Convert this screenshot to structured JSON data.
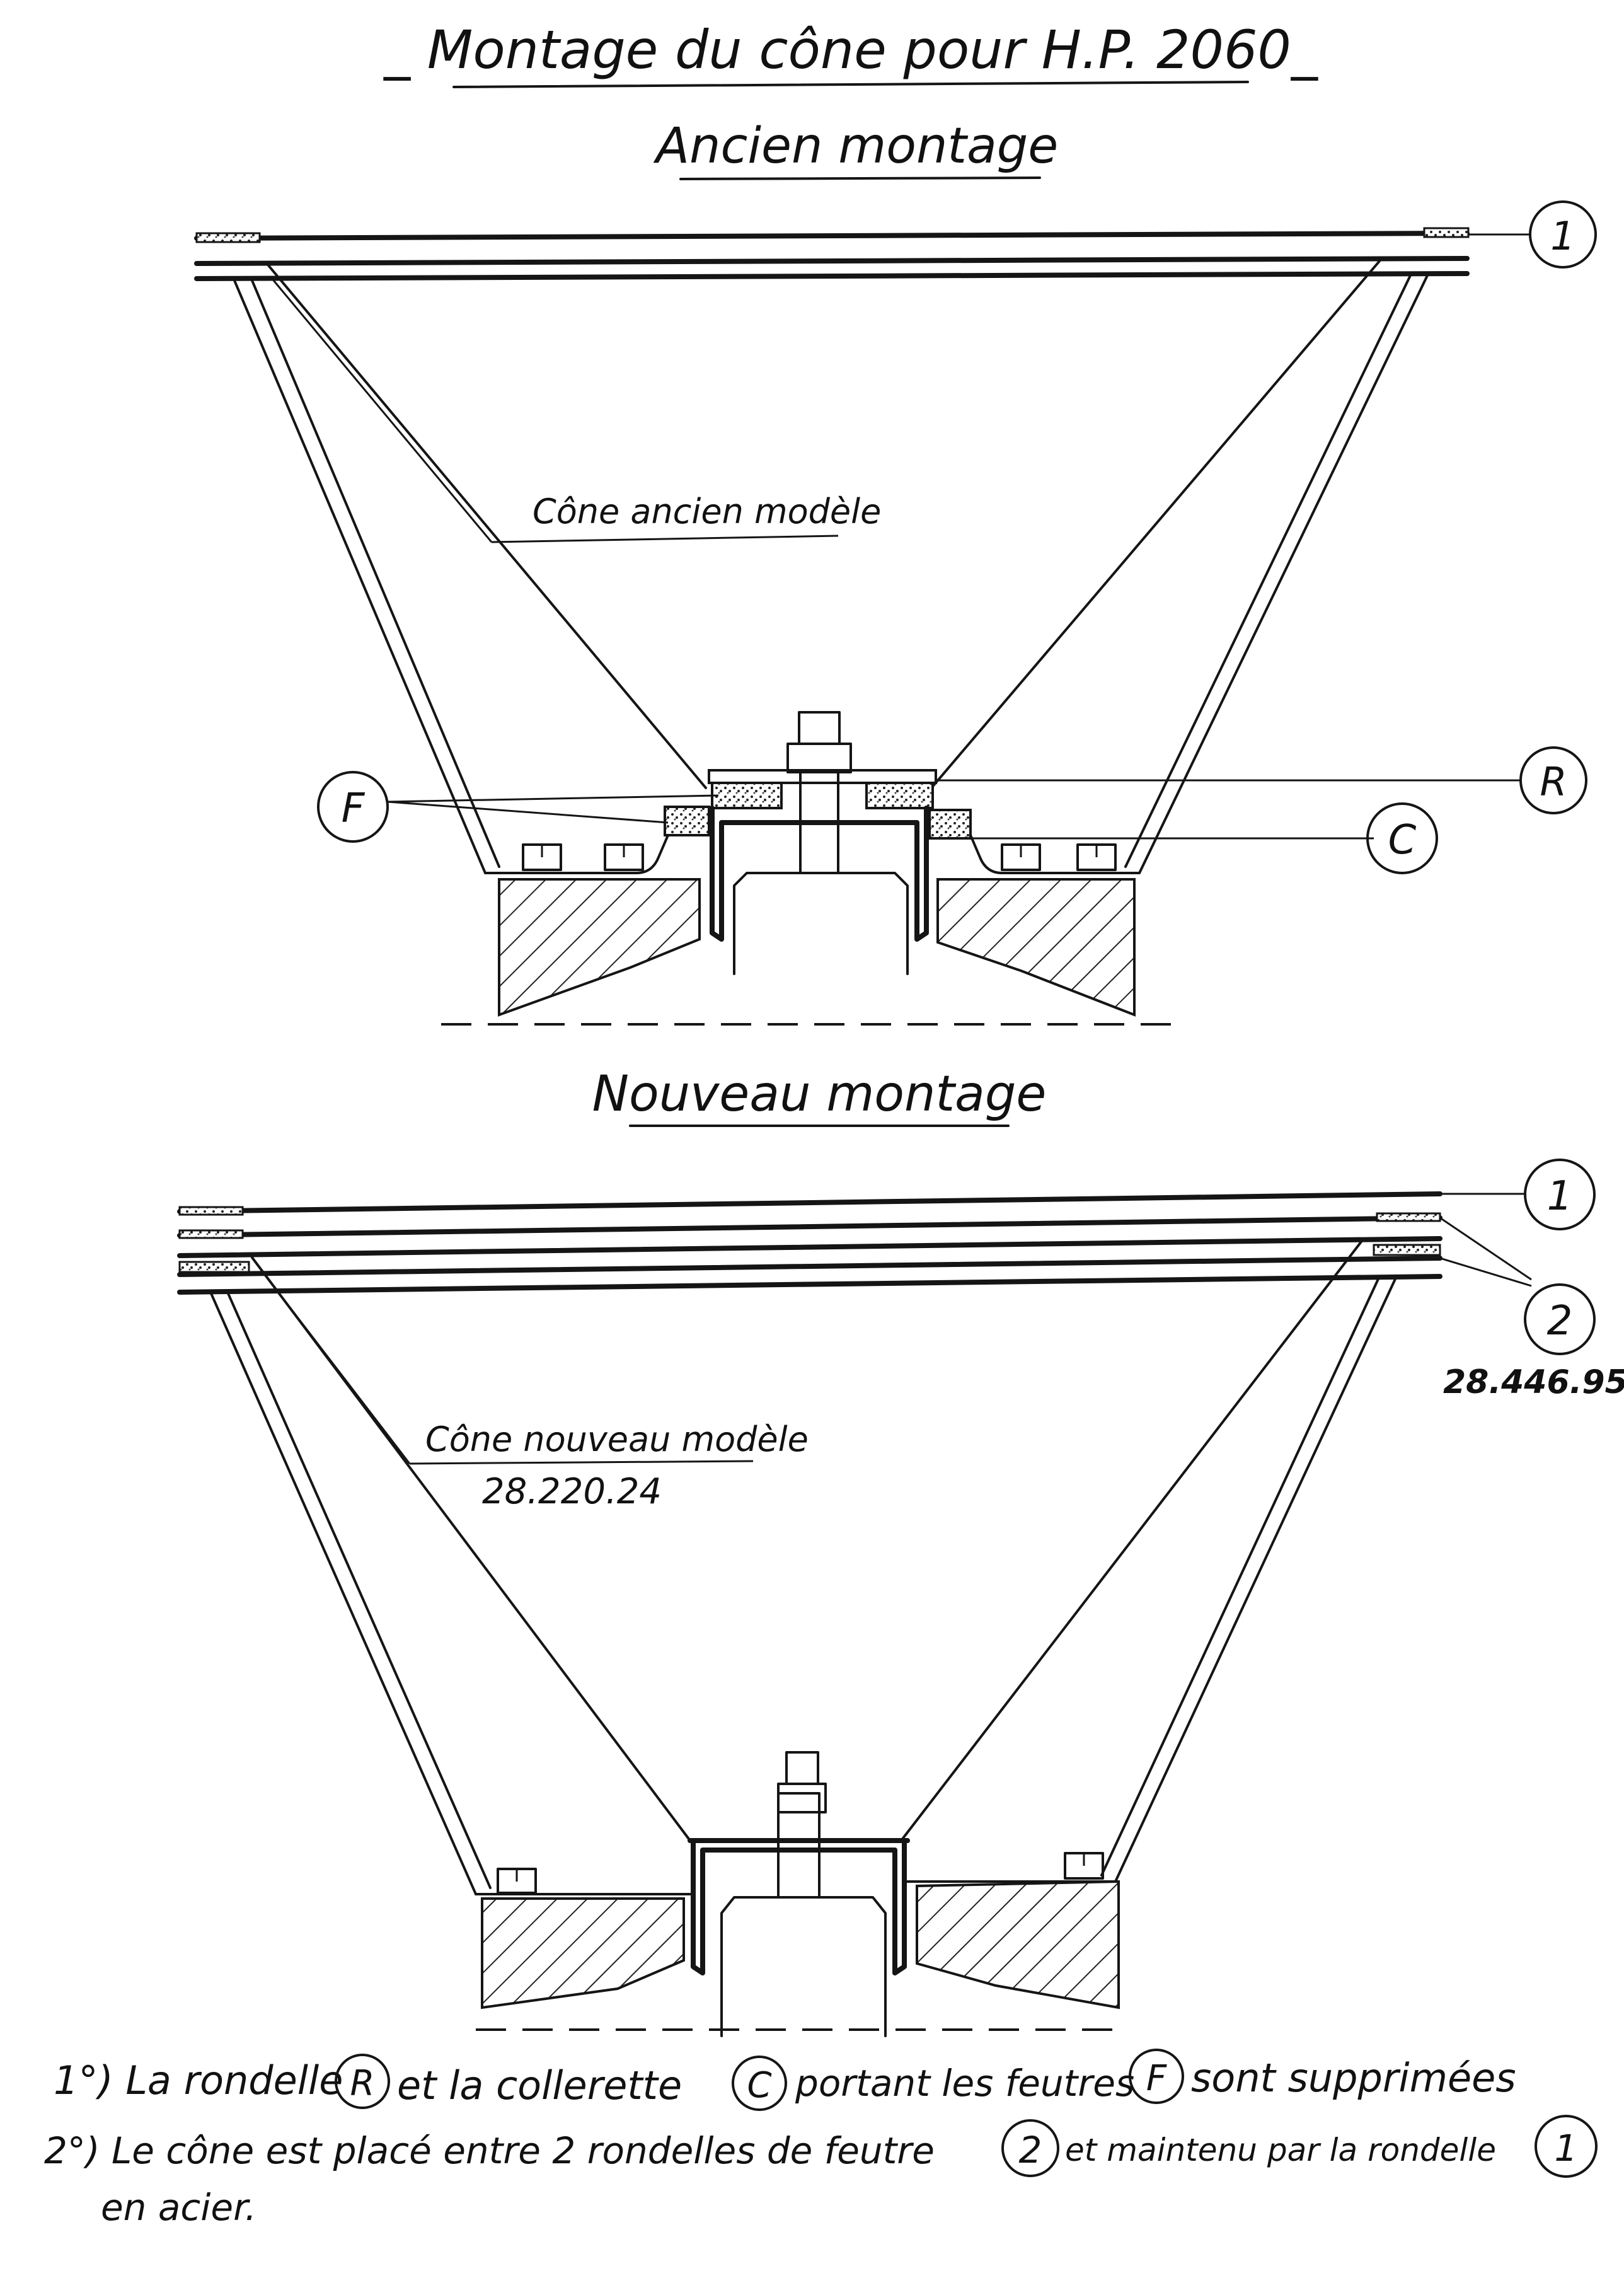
{
  "title": "_ Montage du cône pour H.P. 2060_",
  "sections": {
    "old": {
      "heading": "Ancien montage",
      "cone_label": "Cône ancien modèle",
      "markers": [
        "1",
        "R",
        "F",
        "C"
      ]
    },
    "new": {
      "heading": "Nouveau montage",
      "cone_label": "Cône nouveau modèle",
      "cone_ref": "28.220.24",
      "markers": [
        "1",
        "2"
      ],
      "part_ref": "28.446.95"
    }
  },
  "notes": {
    "line1": {
      "t1": "1°) La rondelle",
      "m1": "R",
      "t2": "et la collerette",
      "m2": "C",
      "t3": "portant les feutres",
      "m3": "F",
      "t4": "sont supprimées"
    },
    "line2": {
      "t1": "2°) Le cône est placé entre 2 rondelles de feutre",
      "m1": "2",
      "t2": "et maintenu par la rondelle",
      "m2": "1"
    },
    "line3": {
      "t1": "en acier."
    }
  }
}
